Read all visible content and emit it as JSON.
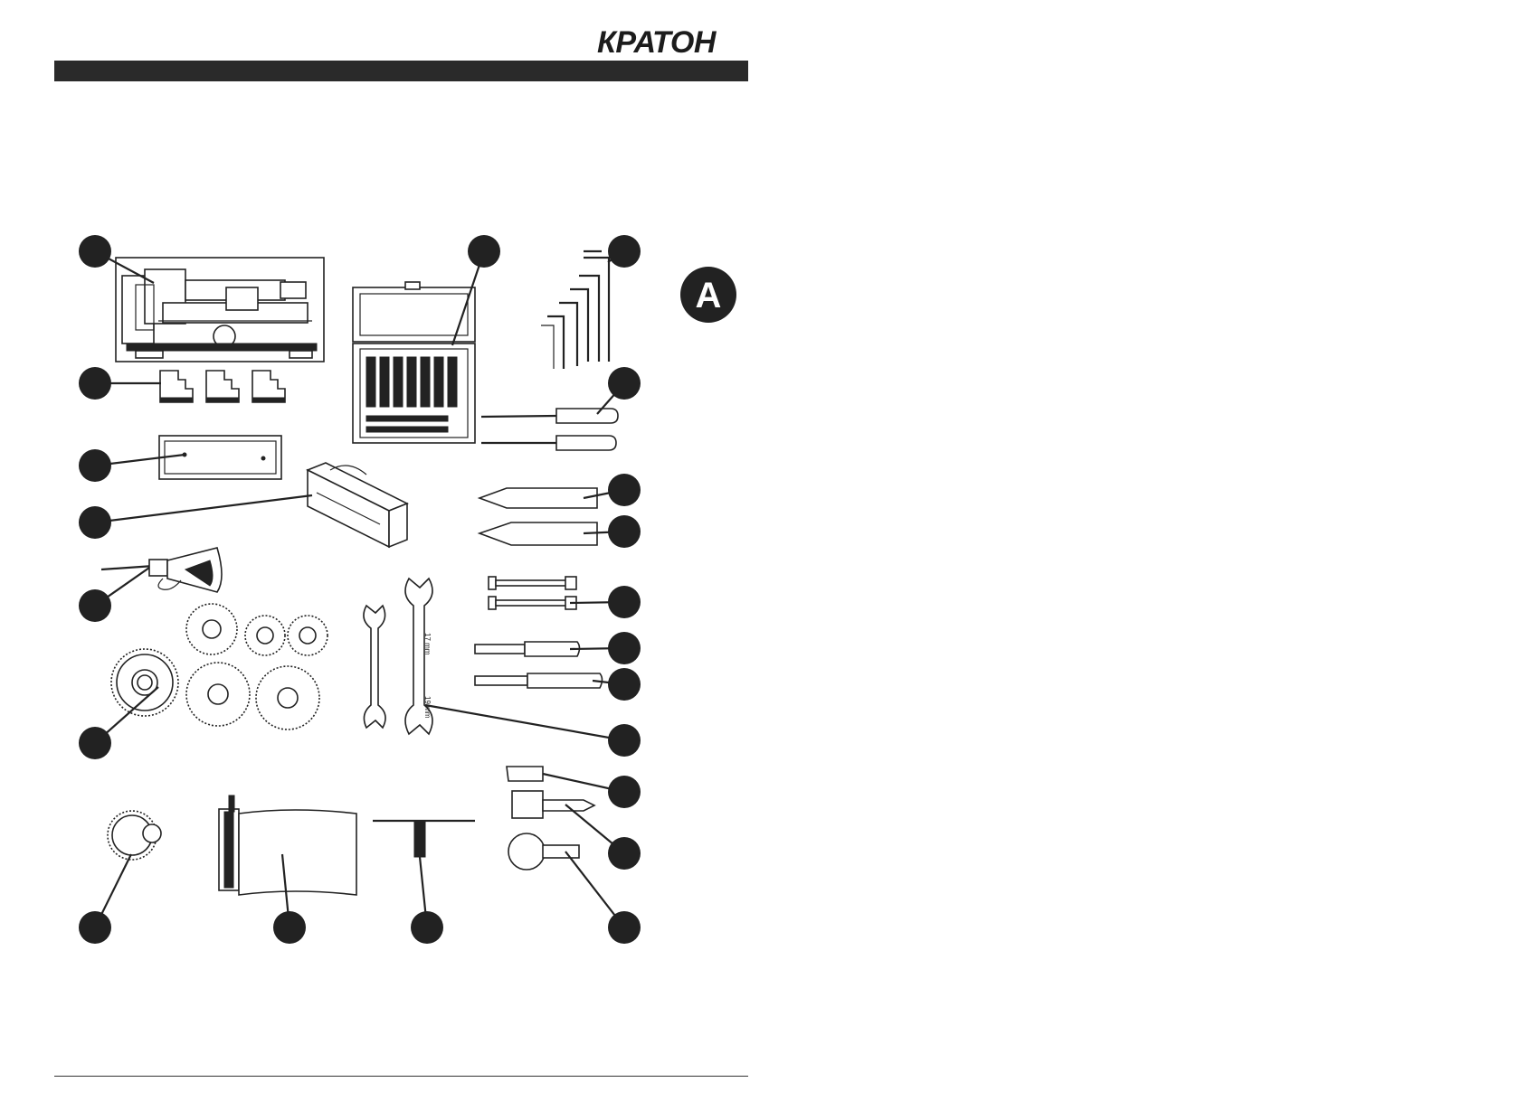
{
  "header": {
    "brand": "КРАТОН"
  },
  "figure": {
    "label": "A"
  },
  "parts": [
    {
      "name": "lathe"
    },
    {
      "name": "chuck-jaws"
    },
    {
      "name": "backing-plate"
    },
    {
      "name": "toolbox"
    },
    {
      "name": "oil-can"
    },
    {
      "name": "change-gears"
    },
    {
      "name": "small-gear"
    },
    {
      "name": "cutter-set-case"
    },
    {
      "name": "hex-keys"
    },
    {
      "name": "screwdrivers"
    },
    {
      "name": "dead-centers"
    },
    {
      "name": "bolts"
    },
    {
      "name": "shafts"
    },
    {
      "name": "open-end-wrenches"
    },
    {
      "name": "chuck-key"
    },
    {
      "name": "manual"
    },
    {
      "name": "t-wrench"
    },
    {
      "name": "live-center"
    },
    {
      "name": "ball-handle"
    }
  ],
  "wrench": {
    "size_top": "17 mm",
    "size_bottom": "19 mm"
  }
}
